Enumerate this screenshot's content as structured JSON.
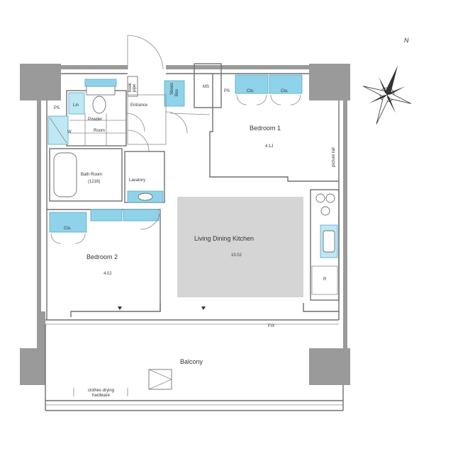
{
  "rooms": {
    "bedroom1": {
      "name": "Bedroom 1",
      "size": "4.1J"
    },
    "bedroom2": {
      "name": "Bedroom 2",
      "size": "4.0J"
    },
    "ldk": {
      "name": "Living Dining Kitchen",
      "size": "10.0J"
    },
    "bath": {
      "name": "Bath Room",
      "size": "(1216)"
    },
    "powder": {
      "line1": "Powder",
      "line2": "Room"
    },
    "lavatory": {
      "name": "Lavatory"
    },
    "entrance": {
      "name": "Entrance"
    },
    "balcony": {
      "name": "Balcony"
    }
  },
  "fixtures": {
    "clo": "Clo.",
    "lin": "Lin",
    "w": "W",
    "ps": "PS",
    "ms": "MS",
    "r": "R",
    "fix": "FIX",
    "shoes_box": {
      "line1": "Shoes",
      "line2": "Box"
    },
    "hook": {
      "line1": "hook",
      "line2": "pipe"
    },
    "picture_rail": "picture rail",
    "clothes_drying": {
      "line1": "clothes drying",
      "line2": "hardware"
    }
  },
  "compass": {
    "label": "N"
  }
}
